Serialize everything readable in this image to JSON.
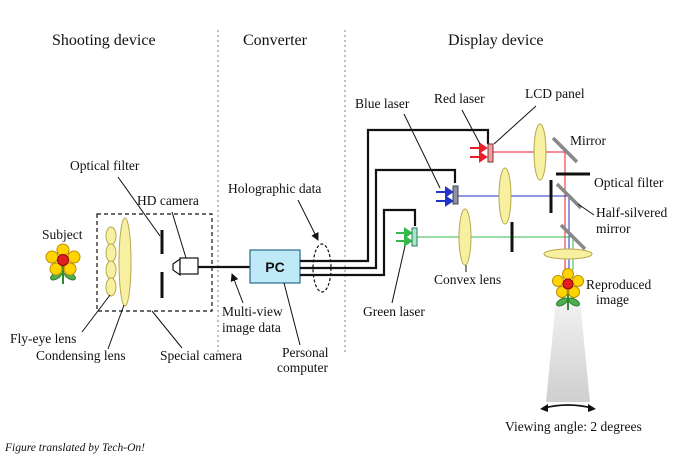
{
  "sections": {
    "shooting": "Shooting device",
    "converter": "Converter",
    "display": "Display device"
  },
  "labels": {
    "subject": "Subject",
    "optical_filter_camera": "Optical filter",
    "hd_camera": "HD camera",
    "fly_eye_lens": "Fly-eye lens",
    "condensing_lens": "Condensing lens",
    "special_camera": "Special camera",
    "holographic_data": "Holographic data",
    "pc": "PC",
    "multi_view_line1": "Multi-view",
    "multi_view_line2": "image data",
    "personal_line1": "Personal",
    "personal_line2": "computer",
    "blue_laser": "Blue laser",
    "red_laser": "Red laser",
    "lcd_panel": "LCD panel",
    "mirror": "Mirror",
    "optical_filter_display": "Optical filter",
    "half_silvered_line1": "Half-silvered",
    "half_silvered_line2": "mirror",
    "green_laser": "Green laser",
    "convex_lens": "Convex lens",
    "reproduced_line1": "Reproduced",
    "reproduced_line2": "image",
    "viewing_angle": "Viewing angle: 2 degrees"
  },
  "credit": "Figure translated by Tech-On!",
  "colors": {
    "red_beam": "#e8202a",
    "blue_beam": "#2233cc",
    "green_beam": "#33b84a",
    "lens_fill": "#f7f0a0",
    "pc_fill": "#bfe9f6",
    "divider": "#999999"
  }
}
